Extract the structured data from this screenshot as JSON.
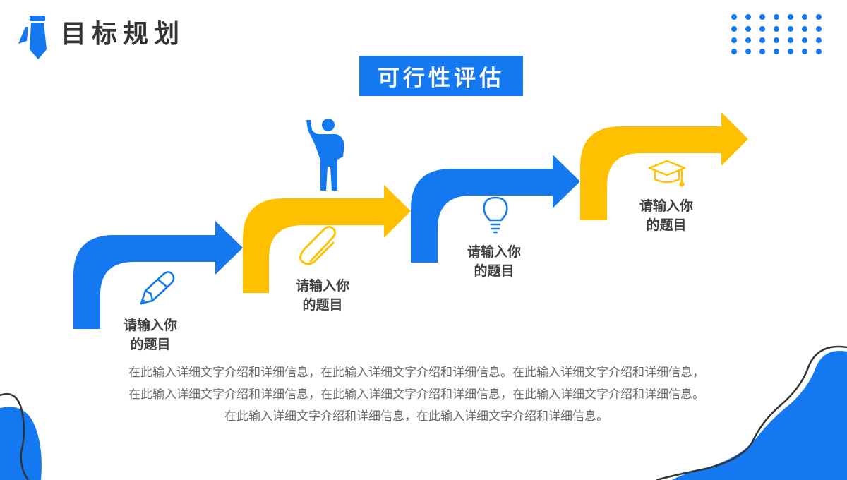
{
  "header": {
    "title": "目标规划"
  },
  "banner": {
    "text": "可行性评估"
  },
  "steps": [
    {
      "label": "请输入你\n的题目",
      "icon": "pencil-icon",
      "color": "#1479f0"
    },
    {
      "label": "请输入你\n的题目",
      "icon": "paperclip-icon",
      "color": "#ffc000"
    },
    {
      "label": "请输入你\n的题目",
      "icon": "lightbulb-icon",
      "color": "#1479f0"
    },
    {
      "label": "请输入你\n的题目",
      "icon": "graduation-cap-icon",
      "color": "#ffc000"
    }
  ],
  "description": {
    "lines": [
      "在此输入详细文字介绍和详细信息，在此输入详细文字介绍和详细信息。在此输入详细文字介绍和详细信息，",
      "在此输入详细文字介绍和详细信息，在此输入详细文字介绍和详细信息，在此输入详细文字介绍和详细信息。",
      "在此输入详细文字介绍和详细信息，在此输入详细文字介绍和详细信息。"
    ]
  },
  "colors": {
    "blue": "#1479f0",
    "yellow": "#ffc000",
    "text": "#404040"
  },
  "decorations": [
    "tie-logo-icon",
    "dot-grid",
    "person-pointing-icon",
    "wave-blob"
  ]
}
